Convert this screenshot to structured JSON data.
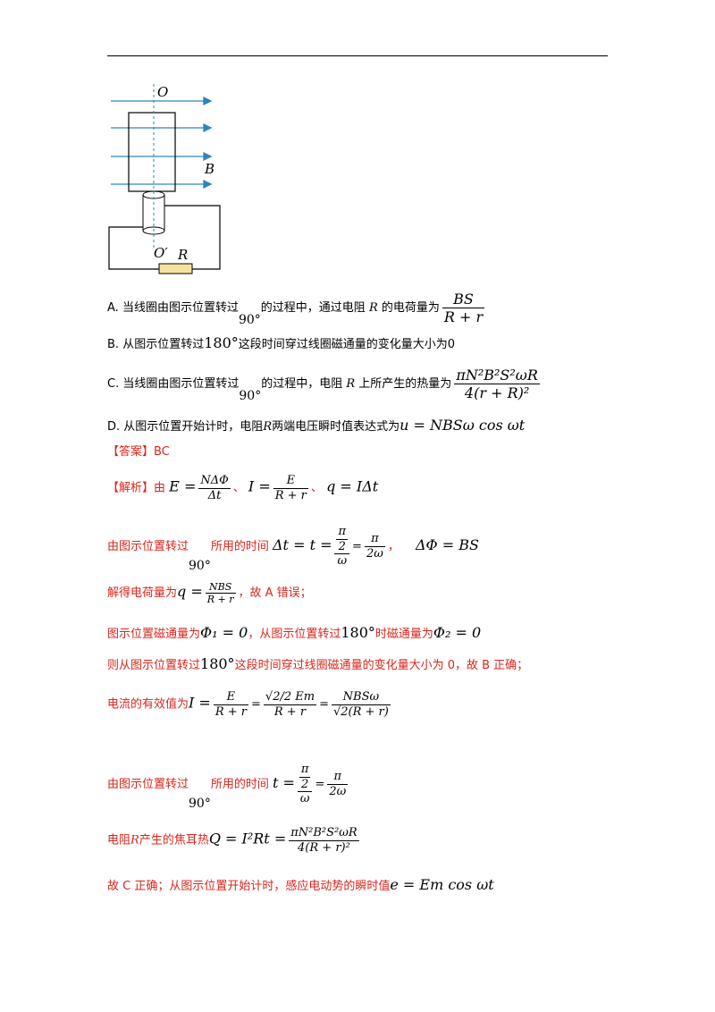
{
  "figure": {
    "label_O": "O",
    "label_O_prime": "O′",
    "label_B": "B",
    "label_R": "R"
  },
  "options": {
    "A_prefix": "A.",
    "A_text1": "当线圈由图示位置转过",
    "A_deg": "90°",
    "A_text2": "的过程中，通过电阻",
    "A_R": "R",
    "A_text3": "的电荷量为",
    "A_num": "BS",
    "A_den": "R + r",
    "B_prefix": "B.",
    "B_text1": "从图示位置转过",
    "B_deg": "180°",
    "B_text2": "这段时间穿过线圈磁通量的变化量大小为",
    "B_zero": "0",
    "C_prefix": "C.",
    "C_text1": "当线圈由图示位置转过",
    "C_deg": "90°",
    "C_text2": "的过程中，电阻",
    "C_R": "R",
    "C_text3": "上所产生的热量为",
    "C_num": "πN²B²S²ωR",
    "C_den": "4(r + R)²",
    "D_prefix": "D.",
    "D_text1": "从图示位置开始计时，电阻",
    "D_R": "R",
    "D_text2": "两端电压瞬时值表达式为",
    "D_expr": "u = NBSω cos ωt"
  },
  "answer": {
    "label": "【答案】",
    "value": "BC"
  },
  "analysis": {
    "label": "【解析】",
    "l1_you": "由",
    "l1_e1": "E =",
    "l1_f1_num": "NΔΦ",
    "l1_f1_den": "Δt",
    "l1_sep1": "、",
    "l1_e2": "I =",
    "l1_f2_num": "E",
    "l1_f2_den": "R + r",
    "l1_sep2": "、",
    "l1_e3": "q = IΔt",
    "l2_text1": "由图示位置转过",
    "l2_deg": "90°",
    "l2_text2": "所用的时间",
    "l2_expr1": "Δt = t =",
    "l2_ff_num": "π",
    "l2_ff_den": "2",
    "l2_f_den": "ω",
    "l2_eq": "=",
    "l2_f2_num": "π",
    "l2_f2_den": "2ω",
    "l2_comma": "，",
    "l2_expr2": "ΔΦ = BS",
    "l3_text1": "解得电荷量为",
    "l3_q": "q =",
    "l3_num": "NBS",
    "l3_den": "R + r",
    "l3_text2": "，故 A 错误；",
    "l4_text1": "图示位置磁通量为",
    "l4_expr1": "Φ₁ = 0",
    "l4_text2": "，从图示位置转过",
    "l4_deg": "180°",
    "l4_text3": "时磁通量为",
    "l4_expr2": "Φ₂ = 0",
    "l5_text1": "则从图示位置转过",
    "l5_deg": "180°",
    "l5_text2": "这段时间穿过线圈磁通量的变化量大小为 0，故 B 正确；",
    "l6_text1": "电流的有效值为",
    "l6_I": "I =",
    "l6_f1_num": "E",
    "l6_f1_den": "R + r",
    "l6_eq1": "=",
    "l6_f2_num": "√2/2 Em",
    "l6_f2_den": "R + r",
    "l6_eq2": "=",
    "l6_f3_num": "NBSω",
    "l6_f3_den": "√2(R + r)",
    "l7_text1": "由图示位置转过",
    "l7_deg": "90°",
    "l7_text2": "所用的时间",
    "l7_t": "t =",
    "l7_ff_num": "π",
    "l7_ff_den": "2",
    "l7_f_den": "ω",
    "l7_eq": "=",
    "l7_f2_num": "π",
    "l7_f2_den": "2ω",
    "l8_text1": "电阻",
    "l8_R": "R",
    "l8_text2": "产生的焦耳热",
    "l8_Q": "Q = I²Rt =",
    "l8_num": "πN²B²S²ωR",
    "l8_den": "4(R + r)²",
    "l9_text1": "故 C 正确；从图示位置开始计时，感应电动势的瞬时值",
    "l9_expr": "e = Em cos ωt"
  }
}
